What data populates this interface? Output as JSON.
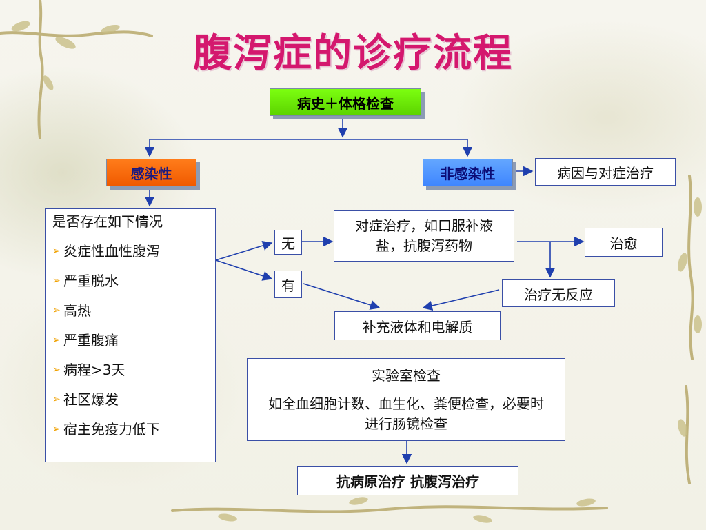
{
  "title": "腹泻症的诊疗流程",
  "nodes": {
    "history": "病史＋体格检查",
    "infectious": "感染性",
    "noninfectious": "非感染性",
    "etiology": "病因与对症治疗",
    "criteria_head": "是否存在如下情况",
    "criteria": [
      "炎症性血性腹泻",
      "严重脱水",
      "高热",
      "严重腹痛",
      "病程>3天",
      "社区爆发",
      "宿主免疫力低下"
    ],
    "no": "无",
    "yes": "有",
    "symptomatic": "对症治疗，如口服补液盐，抗腹泻药物",
    "cured": "治愈",
    "no_response": "治疗无反应",
    "fluids": "补充液体和电解质",
    "lab_title": "实验室检查",
    "lab_detail": "如全血细胞计数、血生化、粪便检查，必要时进行肠镜检查",
    "final": "抗病原治疗  抗腹泻治疗"
  },
  "colors": {
    "title": "#d4186e",
    "line": "#1f3fae",
    "history_fill": "#66e000",
    "infectious_fill": "#f76a0b",
    "noninfectious_fill": "#4a8dff",
    "bullet": "#f0a100"
  }
}
